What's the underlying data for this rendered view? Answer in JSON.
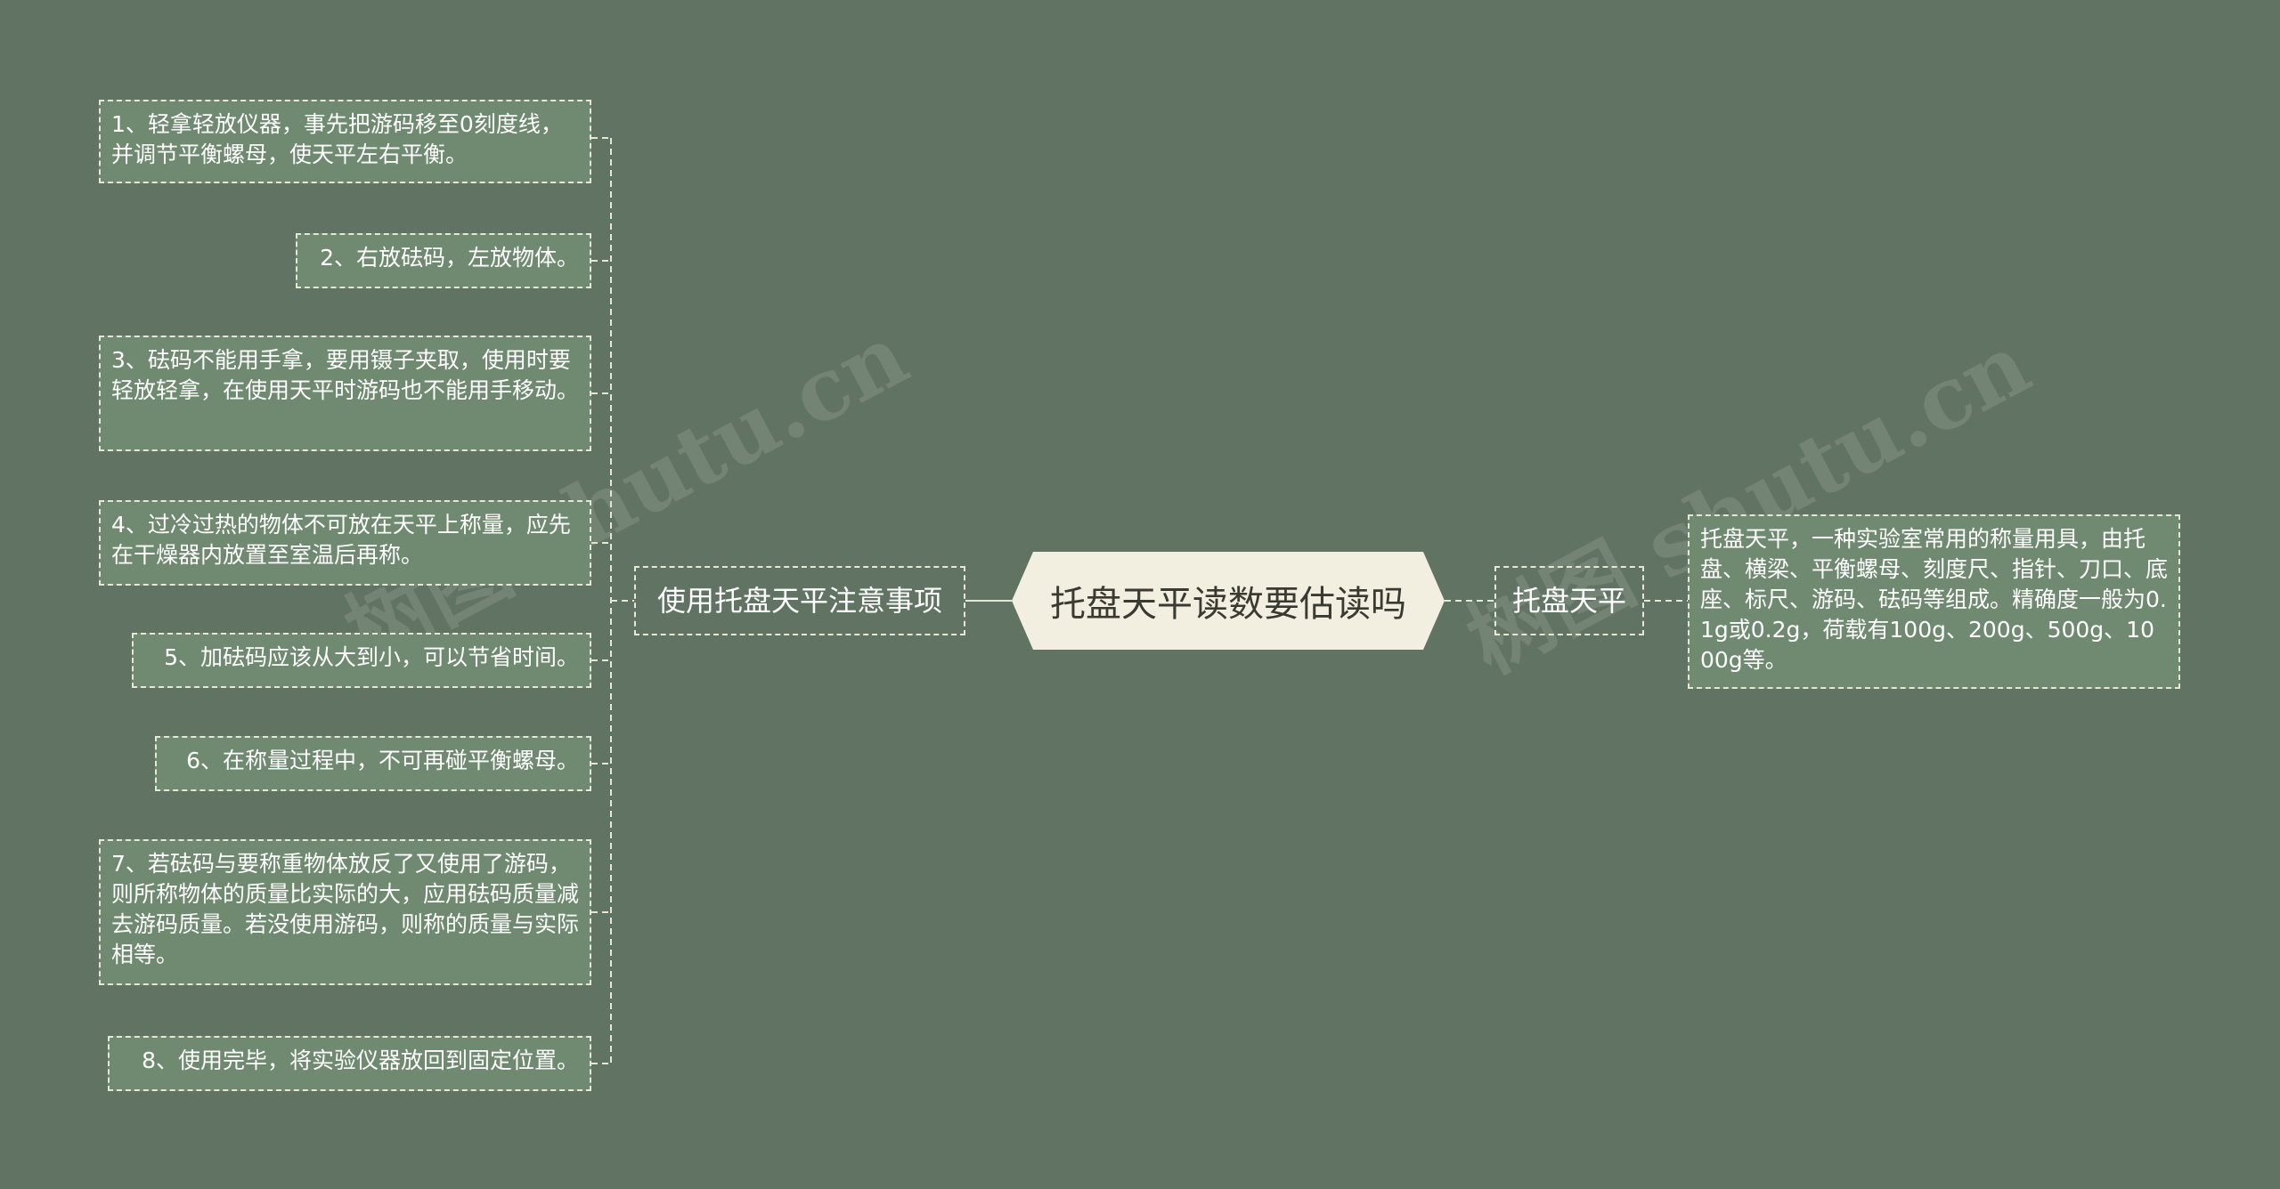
{
  "root": {
    "label": "托盘天平读数要估读吗"
  },
  "left_branch": {
    "label": "使用托盘天平注意事项",
    "items": [
      "1、轻拿轻放仪器，事先把游码移至0刻度线，并调节平衡螺母，使天平左右平衡。",
      "2、右放砝码，左放物体。",
      "3、砝码不能用手拿，要用镊子夹取，使用时要轻放轻拿，在使用天平时游码也不能用手移动。",
      "4、过冷过热的物体不可放在天平上称量，应先在干燥器内放置至室温后再称。",
      "5、加砝码应该从大到小，可以节省时间。",
      "6、在称量过程中，不可再碰平衡螺母。",
      "7、若砝码与要称重物体放反了又使用了游码，则所称物体的质量比实际的大，应用砝码质量减去游码质量。若没使用游码，则称的质量与实际相等。",
      "8、使用完毕，将实验仪器放回到固定位置。"
    ]
  },
  "right_branch": {
    "label": "托盘天平",
    "items": [
      "托盘天平，一种实验室常用的称量用具，由托盘、横梁、平衡螺母、刻度尺、指针、刀口、底座、标尺、游码、砝码等组成。精确度一般为0.1g或0.2g，荷载有100g、200g、500g、1000g等。"
    ]
  },
  "watermarks": [
    "树图 shutu.cn",
    "树图 shutu.cn"
  ],
  "colors": {
    "background": "#617363",
    "node_fill": "#6f8a70",
    "root_fill": "#f2efe0",
    "border": "#e6e7d6",
    "line": "#e6e7d6"
  }
}
